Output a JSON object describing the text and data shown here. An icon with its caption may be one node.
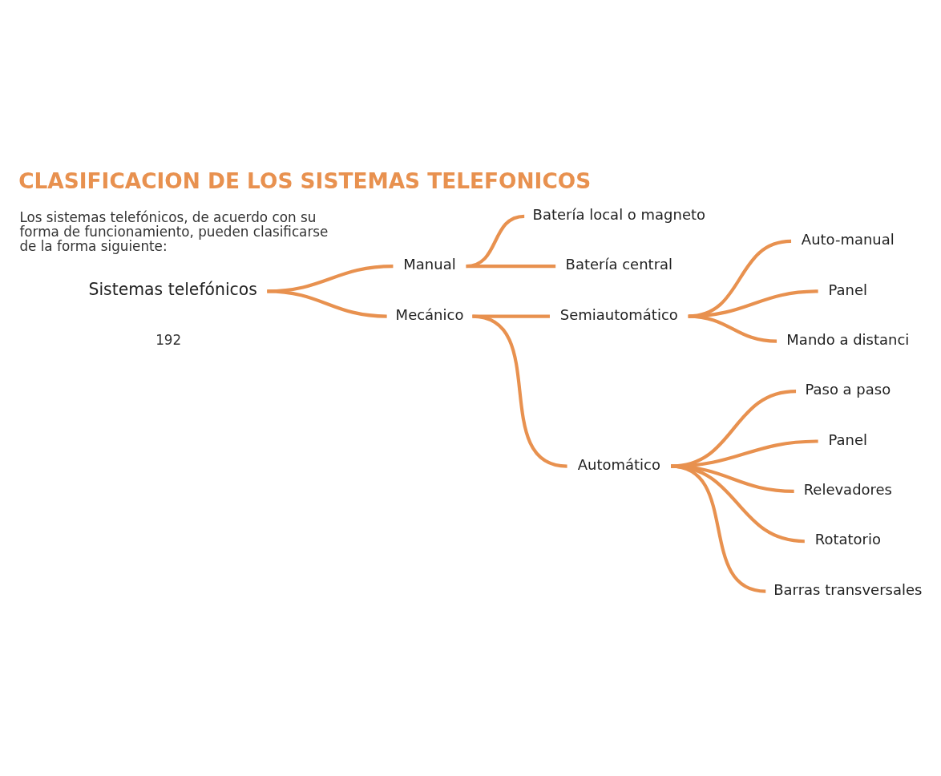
{
  "diagram": {
    "title": "CLASIFICACION DE LOS SISTEMAS TELEFONICOS",
    "nodes": [
      {
        "text": [
          "Sistemas telefónicos"
        ]
      },
      {
        "text": [
          "Manual"
        ]
      },
      {
        "text": [
          "Batería local o magneto"
        ]
      },
      {
        "text": [
          "Batería central"
        ]
      },
      {
        "text": [
          "Mecánico"
        ]
      },
      {
        "text": [
          "Semiautomático"
        ]
      },
      {
        "text": [
          "Auto-manual"
        ]
      },
      {
        "text": [
          "Panel"
        ]
      },
      {
        "text": [
          "Mando a distanci"
        ]
      },
      {
        "text": [
          "Automático"
        ]
      },
      {
        "text": [
          "Paso a paso"
        ]
      },
      {
        "text": [
          "Panel"
        ]
      },
      {
        "text": [
          "Relevadores"
        ]
      },
      {
        "text": [
          "Rotatorio"
        ]
      },
      {
        "text": [
          "Barras transversales"
        ]
      }
    ],
    "edges": [
      {
        "from": 0,
        "to": 1,
        "arrow": "none"
      },
      {
        "from": 0,
        "to": 4,
        "arrow": "none"
      },
      {
        "from": 1,
        "to": 2,
        "arrow": "none"
      },
      {
        "from": 1,
        "to": 3,
        "arrow": "none"
      },
      {
        "from": 4,
        "to": 5,
        "arrow": "none"
      },
      {
        "from": 4,
        "to": 9,
        "arrow": "none"
      },
      {
        "from": 5,
        "to": 6,
        "arrow": "none"
      },
      {
        "from": 5,
        "to": 7,
        "arrow": "none"
      },
      {
        "from": 5,
        "to": 8,
        "arrow": "none"
      },
      {
        "from": 9,
        "to": 10,
        "arrow": "none"
      },
      {
        "from": 9,
        "to": 11,
        "arrow": "none"
      },
      {
        "from": 9,
        "to": 12,
        "arrow": "none"
      },
      {
        "from": 9,
        "to": 13,
        "arrow": "none"
      },
      {
        "from": 9,
        "to": 14,
        "arrow": "none"
      }
    ],
    "labels": [
      "Los sistemas telefónicos, de acuerdo con su forma de funcionamiento, pueden clasificarse de la forma siguiente:",
      "192"
    ]
  }
}
